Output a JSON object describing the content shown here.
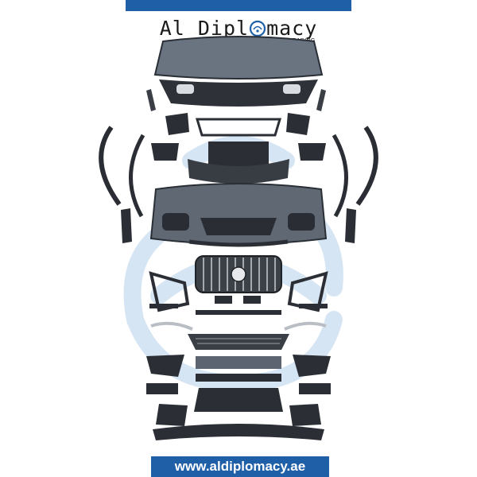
{
  "brand": {
    "name_left": "Al Dipl",
    "name_right": "macy",
    "tagline": "AUTO SPARE PARTS TRADING",
    "accent_color": "#1f5fa8"
  },
  "footer": {
    "website": "www.aldiplomacy.ae"
  },
  "parts": [
    "rear-bumper",
    "rear-diffuser",
    "rear-reflector-left",
    "rear-reflector-right",
    "front-wheel-arch-left",
    "front-wheel-arch-right",
    "front-bumper",
    "radiator-grille",
    "side-air-duct-left",
    "side-air-duct-right",
    "lower-grille",
    "fog-lamp-frame-left",
    "fog-lamp-frame-right",
    "lip-spoiler",
    "underbody-panel"
  ],
  "icons": [
    "logo-emblem-icon",
    "watermark-logo-icon"
  ]
}
